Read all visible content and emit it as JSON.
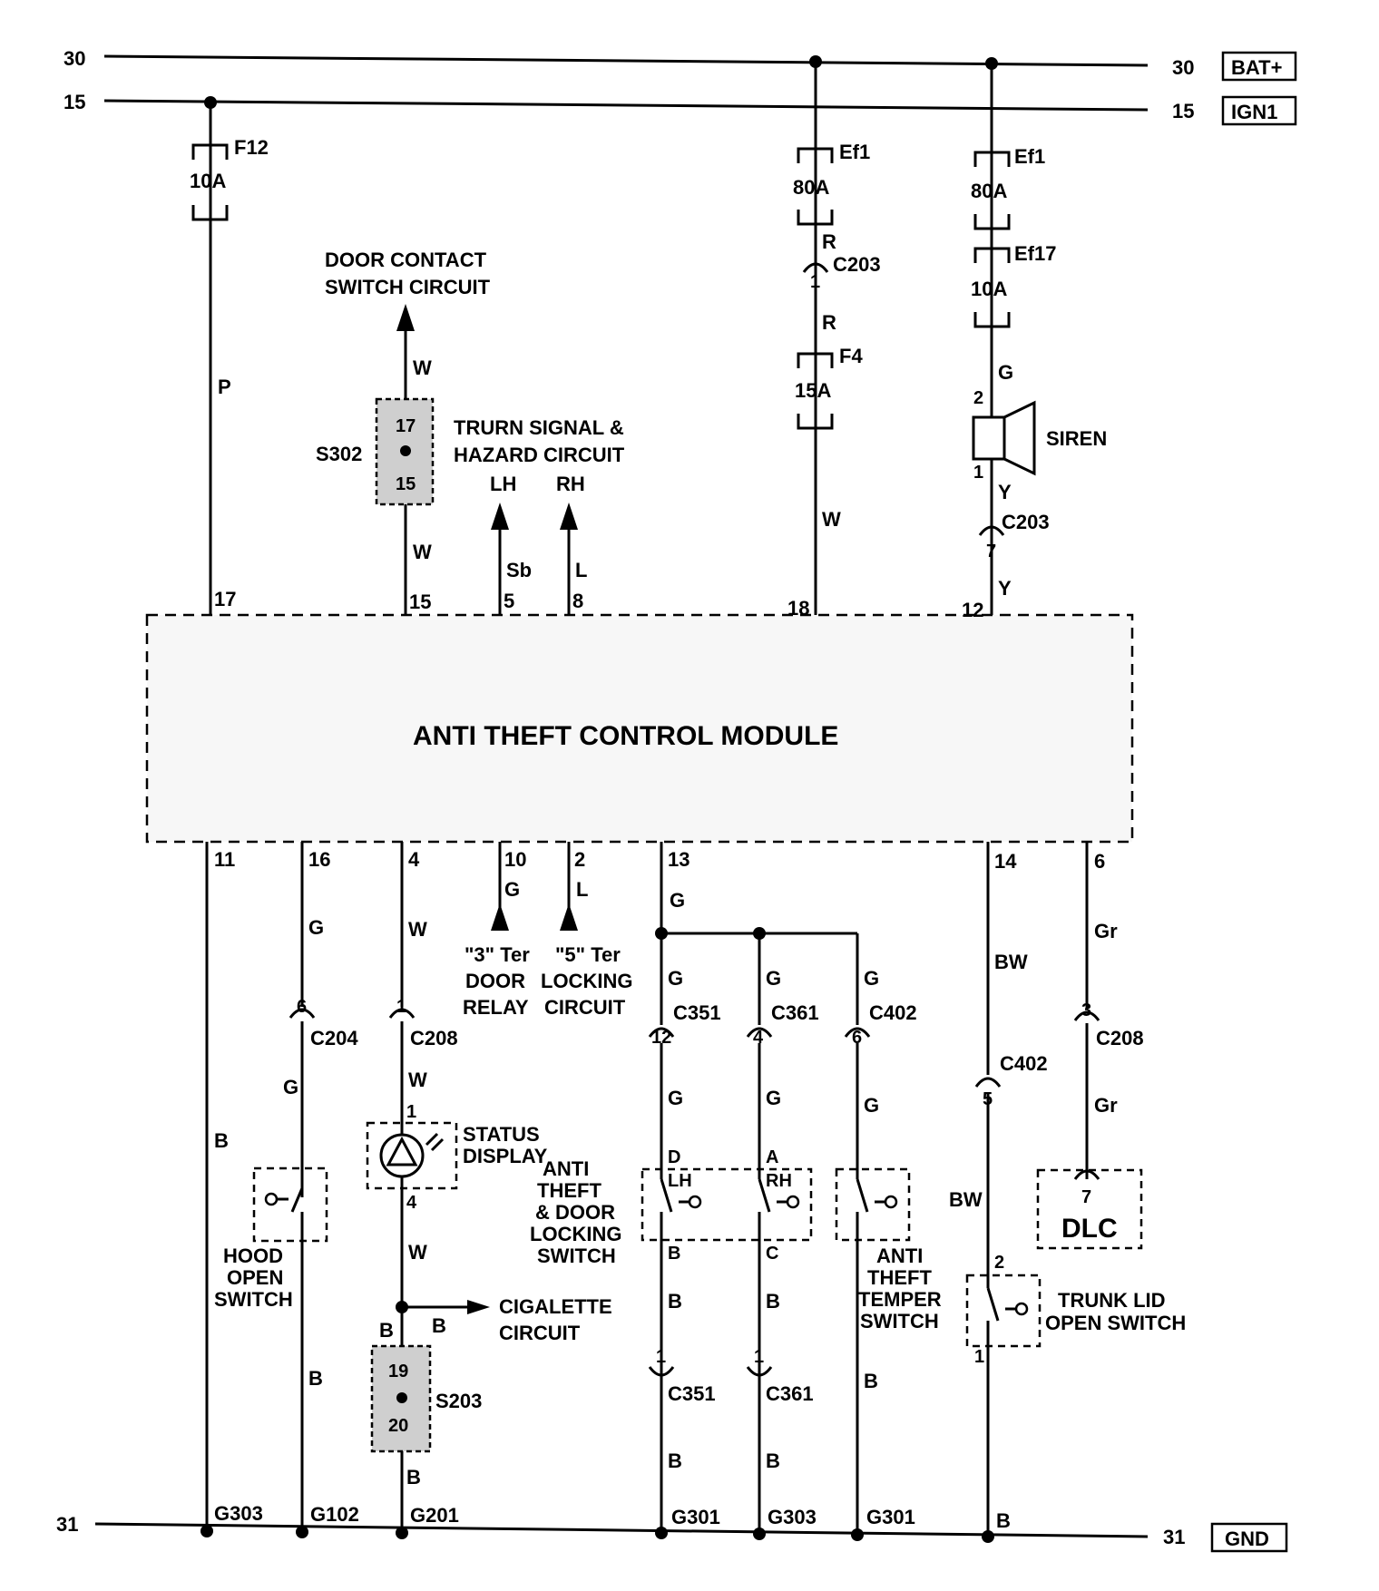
{
  "rails": {
    "top_left": "30",
    "top_right": "30",
    "top_tag": "BAT+",
    "ign_left": "15",
    "ign_right": "15",
    "ign_tag": "IGN1",
    "gnd_left": "31",
    "gnd_right": "31",
    "gnd_tag": "GND"
  },
  "module": {
    "title": "ANTI THEFT CONTROL MODULE"
  },
  "fuses": {
    "f12": {
      "name": "F12",
      "rating": "10A"
    },
    "ef1a": {
      "name": "Ef1",
      "rating": "80A"
    },
    "f4": {
      "name": "F4",
      "rating": "15A"
    },
    "ef1b": {
      "name": "Ef1",
      "rating": "80A"
    },
    "ef17": {
      "name": "Ef17",
      "rating": "10A"
    }
  },
  "labels": {
    "door_contact_1": "DOOR CONTACT",
    "door_contact_2": "SWITCH CIRCUIT",
    "turn_1": "TRURN SIGNAL &",
    "turn_2": "HAZARD CIRCUIT",
    "lh": "LH",
    "rh": "RH",
    "siren": "SIREN",
    "s302": "S302",
    "s203": "S203",
    "ter3_1": "\"3\" Ter",
    "ter3_2": "DOOR",
    "ter3_3": "RELAY",
    "ter5_1": "\"5\" Ter",
    "ter5_2": "LOCKING",
    "ter5_3": "CIRCUIT",
    "status_1": "STATUS",
    "status_2": "DISPLAY",
    "atdl_1": "ANTI",
    "atdl_2": "THEFT",
    "atdl_3": "& DOOR",
    "atdl_4": "LOCKING",
    "atdl_5": "SWITCH",
    "hood_1": "HOOD",
    "hood_2": "OPEN",
    "hood_3": "SWITCH",
    "temper_1": "ANTI",
    "temper_2": "THEFT",
    "temper_3": "TEMPER",
    "temper_4": "SWITCH",
    "cig_1": "CIGALETTE",
    "cig_2": "CIRCUIT",
    "trunk_1": "TRUNK LID",
    "trunk_2": "OPEN SWITCH",
    "dlc": "DLC",
    "sw_lh": "LH",
    "sw_rh": "RH"
  },
  "connectors": {
    "c203a": "C203",
    "c203b": "C203",
    "c204": "C204",
    "c208a": "C208",
    "c208b": "C208",
    "c351a": "C351",
    "c361a": "C361",
    "c402a": "C402",
    "c402b": "C402",
    "c351b": "C351",
    "c361b": "C361"
  },
  "grounds": {
    "g303a": "G303",
    "g102": "G102",
    "g201": "G201",
    "g301a": "G301",
    "g303b": "G303",
    "g301b": "G301"
  },
  "pins": {
    "p17": "17",
    "p15": "15",
    "p5": "5",
    "p8": "8",
    "p18": "18",
    "p12": "12",
    "p11": "11",
    "p16": "16",
    "p4": "4",
    "p10": "10",
    "p2": "2",
    "p13": "13",
    "p14": "14",
    "p6": "6",
    "c203_1": "1",
    "c203_7": "7",
    "siren_2": "2",
    "siren_1": "1",
    "s302_17": "17",
    "s302_15": "15",
    "s203_19": "19",
    "s203_20": "20",
    "c204_6": "6",
    "c208_1": "1",
    "disp_1": "1",
    "disp_4": "4",
    "c351_12": "12",
    "c361_4": "4",
    "c402_6": "6",
    "c402_5": "5",
    "c208_3": "3",
    "sw_d": "D",
    "sw_a": "A",
    "sw_b": "B",
    "sw_c": "C",
    "c351_1": "1",
    "c361_1": "1",
    "dlc_7": "7",
    "trunk_2": "2",
    "trunk_1": "1"
  },
  "wire_colors": {
    "p_f12": "P",
    "r1": "R",
    "r2": "R",
    "w_f4": "W",
    "g_siren": "G",
    "y1": "Y",
    "y2": "Y",
    "w_up": "W",
    "w_mod15": "W",
    "sb": "Sb",
    "l8": "L",
    "g16": "G",
    "w4": "W",
    "g10": "G",
    "l2": "L",
    "g13": "G",
    "bw14": "BW",
    "gr6": "Gr",
    "g_c351": "G",
    "g_c361": "G",
    "g_c402": "G",
    "g_hood": "G",
    "b_hood_left": "B",
    "w_disp": "W",
    "w_below": "W",
    "b_cig": "B",
    "b_s203_in": "B",
    "b_s203_out": "B",
    "g_lh": "G",
    "g_rh": "G",
    "g_tmp": "G",
    "gr_dlc": "Gr",
    "bw_trunk": "BW",
    "b_hood": "B",
    "b_lh": "B",
    "b_rh": "B",
    "b_lh2": "B",
    "b_rh2": "B",
    "b_tmp": "B",
    "b_trunk": "B"
  }
}
